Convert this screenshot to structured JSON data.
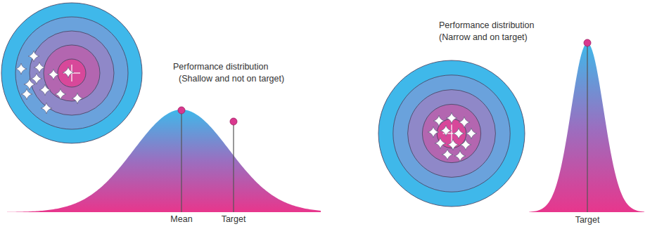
{
  "diagram": {
    "labels": [
      "Performance distribution",
      "(Shallow and not on target)",
      "Mean",
      "Target",
      "Performance distribution",
      "(Narrow and on target)",
      "Target"
    ]
  }
}
